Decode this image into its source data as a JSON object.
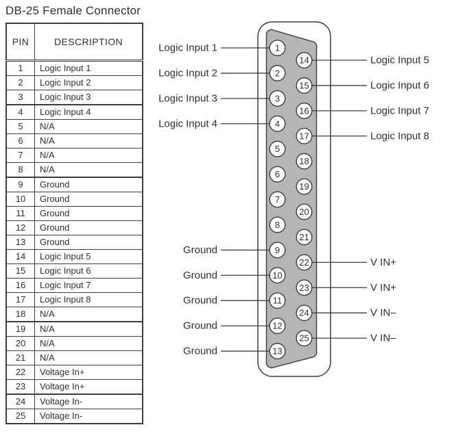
{
  "title": "DB-25 Female Connector",
  "table": {
    "headers": [
      "PIN",
      "DESCRIPTION"
    ],
    "rows": [
      {
        "pin": "1",
        "description": "Logic Input 1"
      },
      {
        "pin": "2",
        "description": "Logic Input 2"
      },
      {
        "pin": "3",
        "description": "Logic Input 3"
      },
      {
        "pin": "4",
        "description": "Logic Input 4"
      },
      {
        "pin": "5",
        "description": "N/A"
      },
      {
        "pin": "6",
        "description": "N/A"
      },
      {
        "pin": "7",
        "description": "N/A"
      },
      {
        "pin": "8",
        "description": "N/A"
      },
      {
        "pin": "9",
        "description": "Ground"
      },
      {
        "pin": "10",
        "description": "Ground"
      },
      {
        "pin": "11",
        "description": "Ground"
      },
      {
        "pin": "12",
        "description": "Ground"
      },
      {
        "pin": "13",
        "description": "Ground"
      },
      {
        "pin": "14",
        "description": "Logic Input 5"
      },
      {
        "pin": "15",
        "description": "Logic Input 6"
      },
      {
        "pin": "16",
        "description": "Logic Input 7"
      },
      {
        "pin": "17",
        "description": "Logic Input 8"
      },
      {
        "pin": "18",
        "description": "N/A"
      },
      {
        "pin": "19",
        "description": "N/A"
      },
      {
        "pin": "20",
        "description": "N/A"
      },
      {
        "pin": "21",
        "description": "N/A"
      },
      {
        "pin": "22",
        "description": "Voltage In+"
      },
      {
        "pin": "23",
        "description": "Voltage In+"
      },
      {
        "pin": "24",
        "description": "Voltage In-"
      },
      {
        "pin": "25",
        "description": "Voltage In-"
      }
    ],
    "thick_separator_after_pins": [
      "3",
      "8",
      "18",
      "23"
    ]
  },
  "connector": {
    "left_pins": [
      "1",
      "2",
      "3",
      "4",
      "5",
      "6",
      "7",
      "8",
      "9",
      "10",
      "11",
      "12",
      "13"
    ],
    "right_pins": [
      "14",
      "15",
      "16",
      "17",
      "18",
      "19",
      "20",
      "21",
      "22",
      "23",
      "24",
      "25"
    ],
    "left_labels": [
      {
        "pin": "1",
        "text": "Logic Input 1"
      },
      {
        "pin": "2",
        "text": "Logic Input 2"
      },
      {
        "pin": "3",
        "text": "Logic Input 3"
      },
      {
        "pin": "4",
        "text": "Logic Input 4"
      },
      {
        "pin": "9",
        "text": "Ground"
      },
      {
        "pin": "10",
        "text": "Ground"
      },
      {
        "pin": "11",
        "text": "Ground"
      },
      {
        "pin": "12",
        "text": "Ground"
      },
      {
        "pin": "13",
        "text": "Ground"
      }
    ],
    "right_labels": [
      {
        "pin": "14",
        "text": "Logic Input 5"
      },
      {
        "pin": "15",
        "text": "Logic Input 6"
      },
      {
        "pin": "16",
        "text": "Logic Input 7"
      },
      {
        "pin": "17",
        "text": "Logic Input 8"
      },
      {
        "pin": "22",
        "text": "V IN+"
      },
      {
        "pin": "23",
        "text": "V IN+"
      },
      {
        "pin": "24",
        "text": "V IN–"
      },
      {
        "pin": "25",
        "text": "V IN–"
      }
    ]
  },
  "colors": {
    "background": "#ffffff",
    "connector_face_fill": "#b5b5b5",
    "outline": "#3d3d3d",
    "text": "#2f2f2f"
  }
}
